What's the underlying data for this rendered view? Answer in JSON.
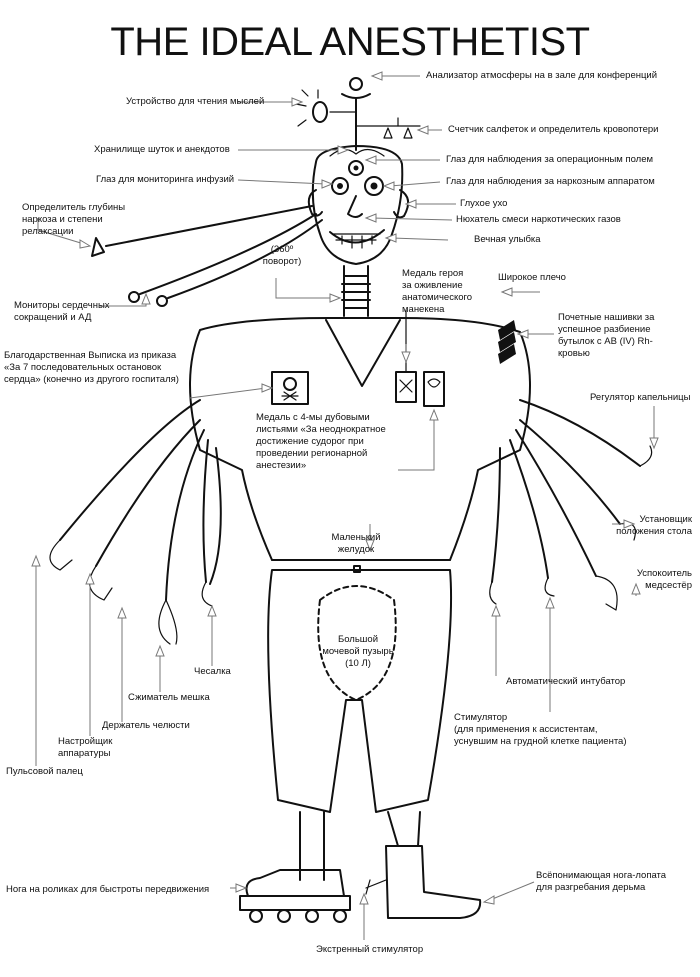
{
  "title": "THE IDEAL ANESTHETIST",
  "labels": {
    "atmosphere_analyzer": "Анализатор атмосферы на в зале для конференций",
    "mind_reader": "Устройство для чтения мыслей",
    "napkin_counter": "Счетчик салфеток и определитель кровопотери",
    "joke_storage": "Хранилище шуток и анекдотов",
    "eye_field": "Глаз для наблюдения за операционным полем",
    "eye_infusion": "Глаз для мониторинга инфузий",
    "eye_machine": "Глаз для наблюдения за наркозным аппаратом",
    "deaf_ear": "Глухое ухо",
    "depth_meter": "Определитель глубины\nнаркоза и степени\nрелаксации",
    "gas_sniffer": "Нюхатель смеси наркотических газов",
    "eternal_smile": "Вечная улыбка",
    "rotation": "(360º\nповорот)",
    "hero_medal": "Медаль героя\nза оживление\nанатомического\nманекена",
    "wide_shoulder": "Широкое плечо",
    "cardiac_monitors": "Мониторы сердечных\nсокращений и АД",
    "honor_stripes": "Почетные нашивки за\nуспешное разбиение\nбутылок с AB (IV) Rh-\nкровью",
    "gratitude": "Благодарственная Выписка из приказа\n«За 7 последовательных остановок\nсердца» (конечно из другого госпиталя)",
    "drip_regulator": "Регулятор капельницы",
    "oak_medal": "Медаль с 4-мы дубовыми\nлистьями «За неоднократное\nдостижение судорог при\nпроведении регионарной\nанестезии»",
    "table_setter": "Установщик\nположения стола",
    "small_stomach": "Маленький\nжелудок",
    "nurse_soother": "Успокоитель\nмедсестёр",
    "bladder": "Большой\nмочевой пузырь\n(10 Л)",
    "scratcher": "Чесалка",
    "auto_intubator": "Автоматический интубатор",
    "bag_squeezer": "Сжиматель мешка",
    "jaw_holder": "Держатель челюсти",
    "stimulator": "Стимулятор\n(для применения к ассистентам,\nуснувшим на грудной клетке пациента)",
    "equipment_tuner": "Настройщик\nаппаратуры",
    "pulse_finger": "Пульсовой палец",
    "roller_leg": "Нога на роликах для быстроты передвижения",
    "shovel_leg": "Всёпонимающая нога-лопата\nдля разгребания дерьма",
    "emergency_stimulator": "Экстренный стимулятор"
  }
}
